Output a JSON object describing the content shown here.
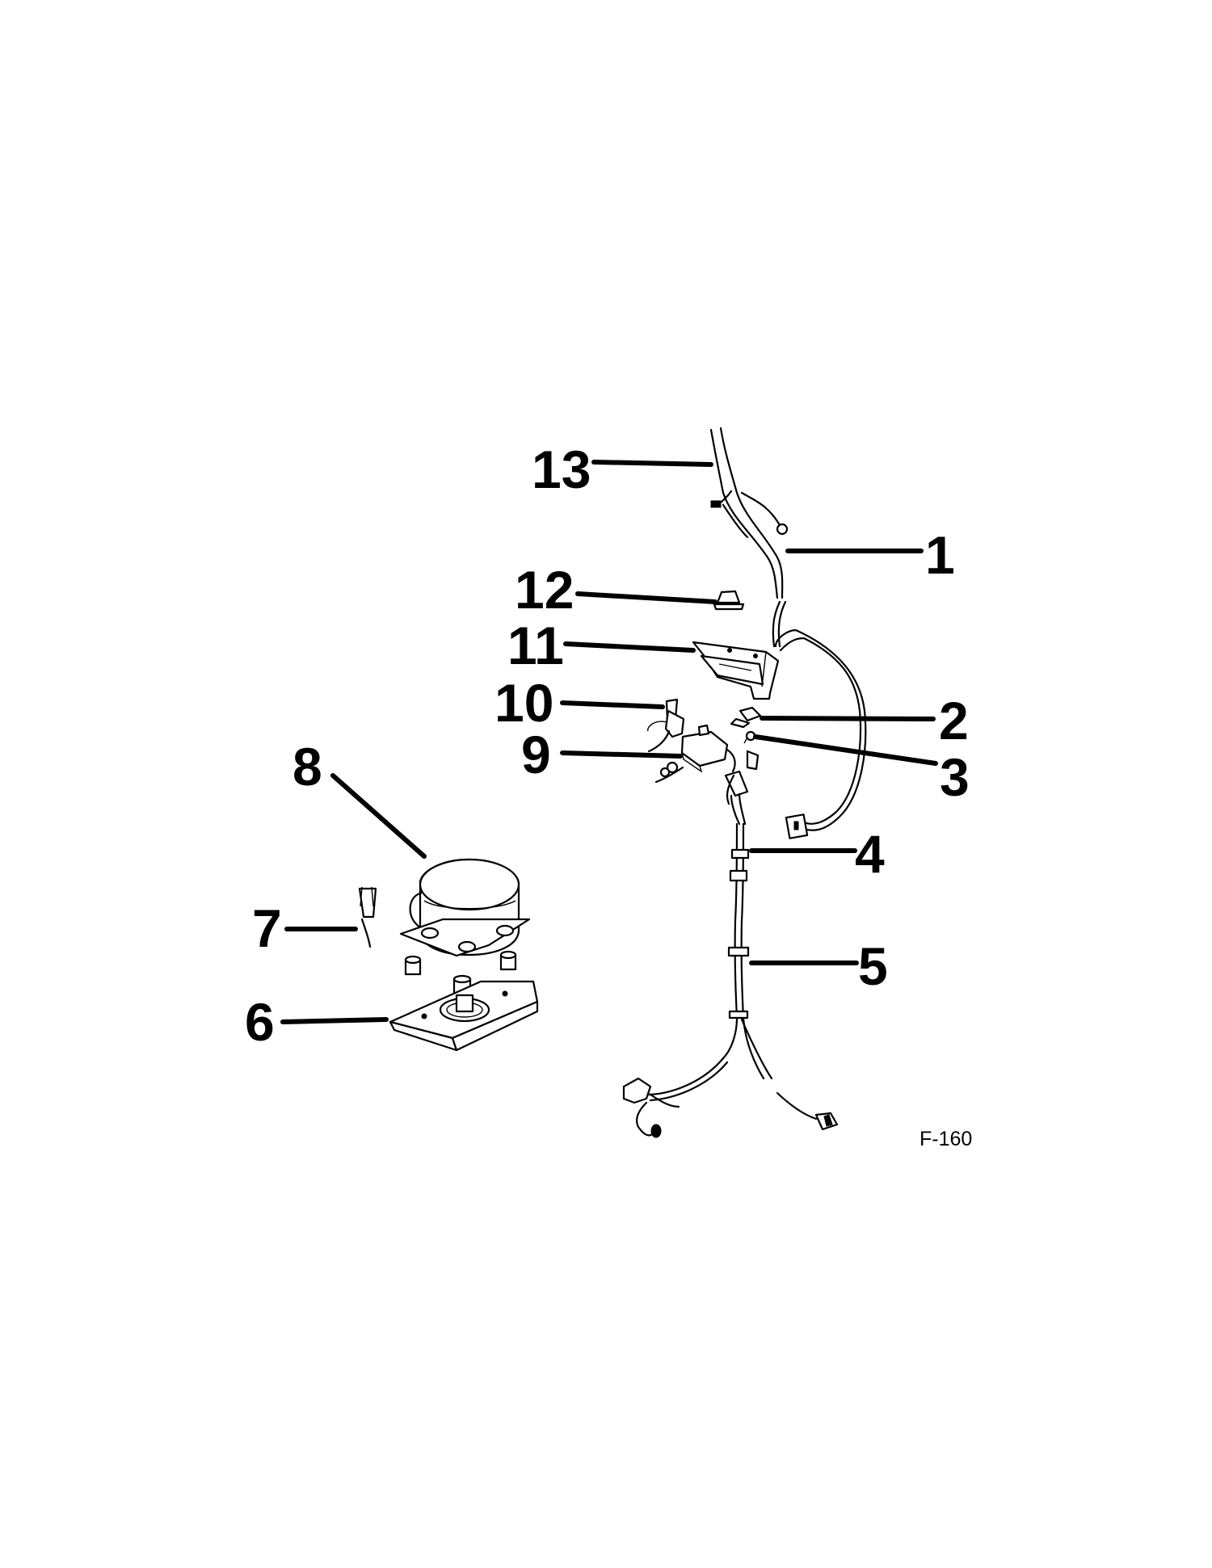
{
  "callouts": {
    "p1": "1",
    "p2": "2",
    "p3": "3",
    "p4": "4",
    "p5": "5",
    "p6": "6",
    "p7": "7",
    "p8": "8",
    "p9": "9",
    "p10": "10",
    "p11": "11",
    "p12": "12",
    "p13": "13"
  },
  "figure_code": "F-160",
  "colors": {
    "ink": "#000000",
    "paper": "#ffffff"
  }
}
